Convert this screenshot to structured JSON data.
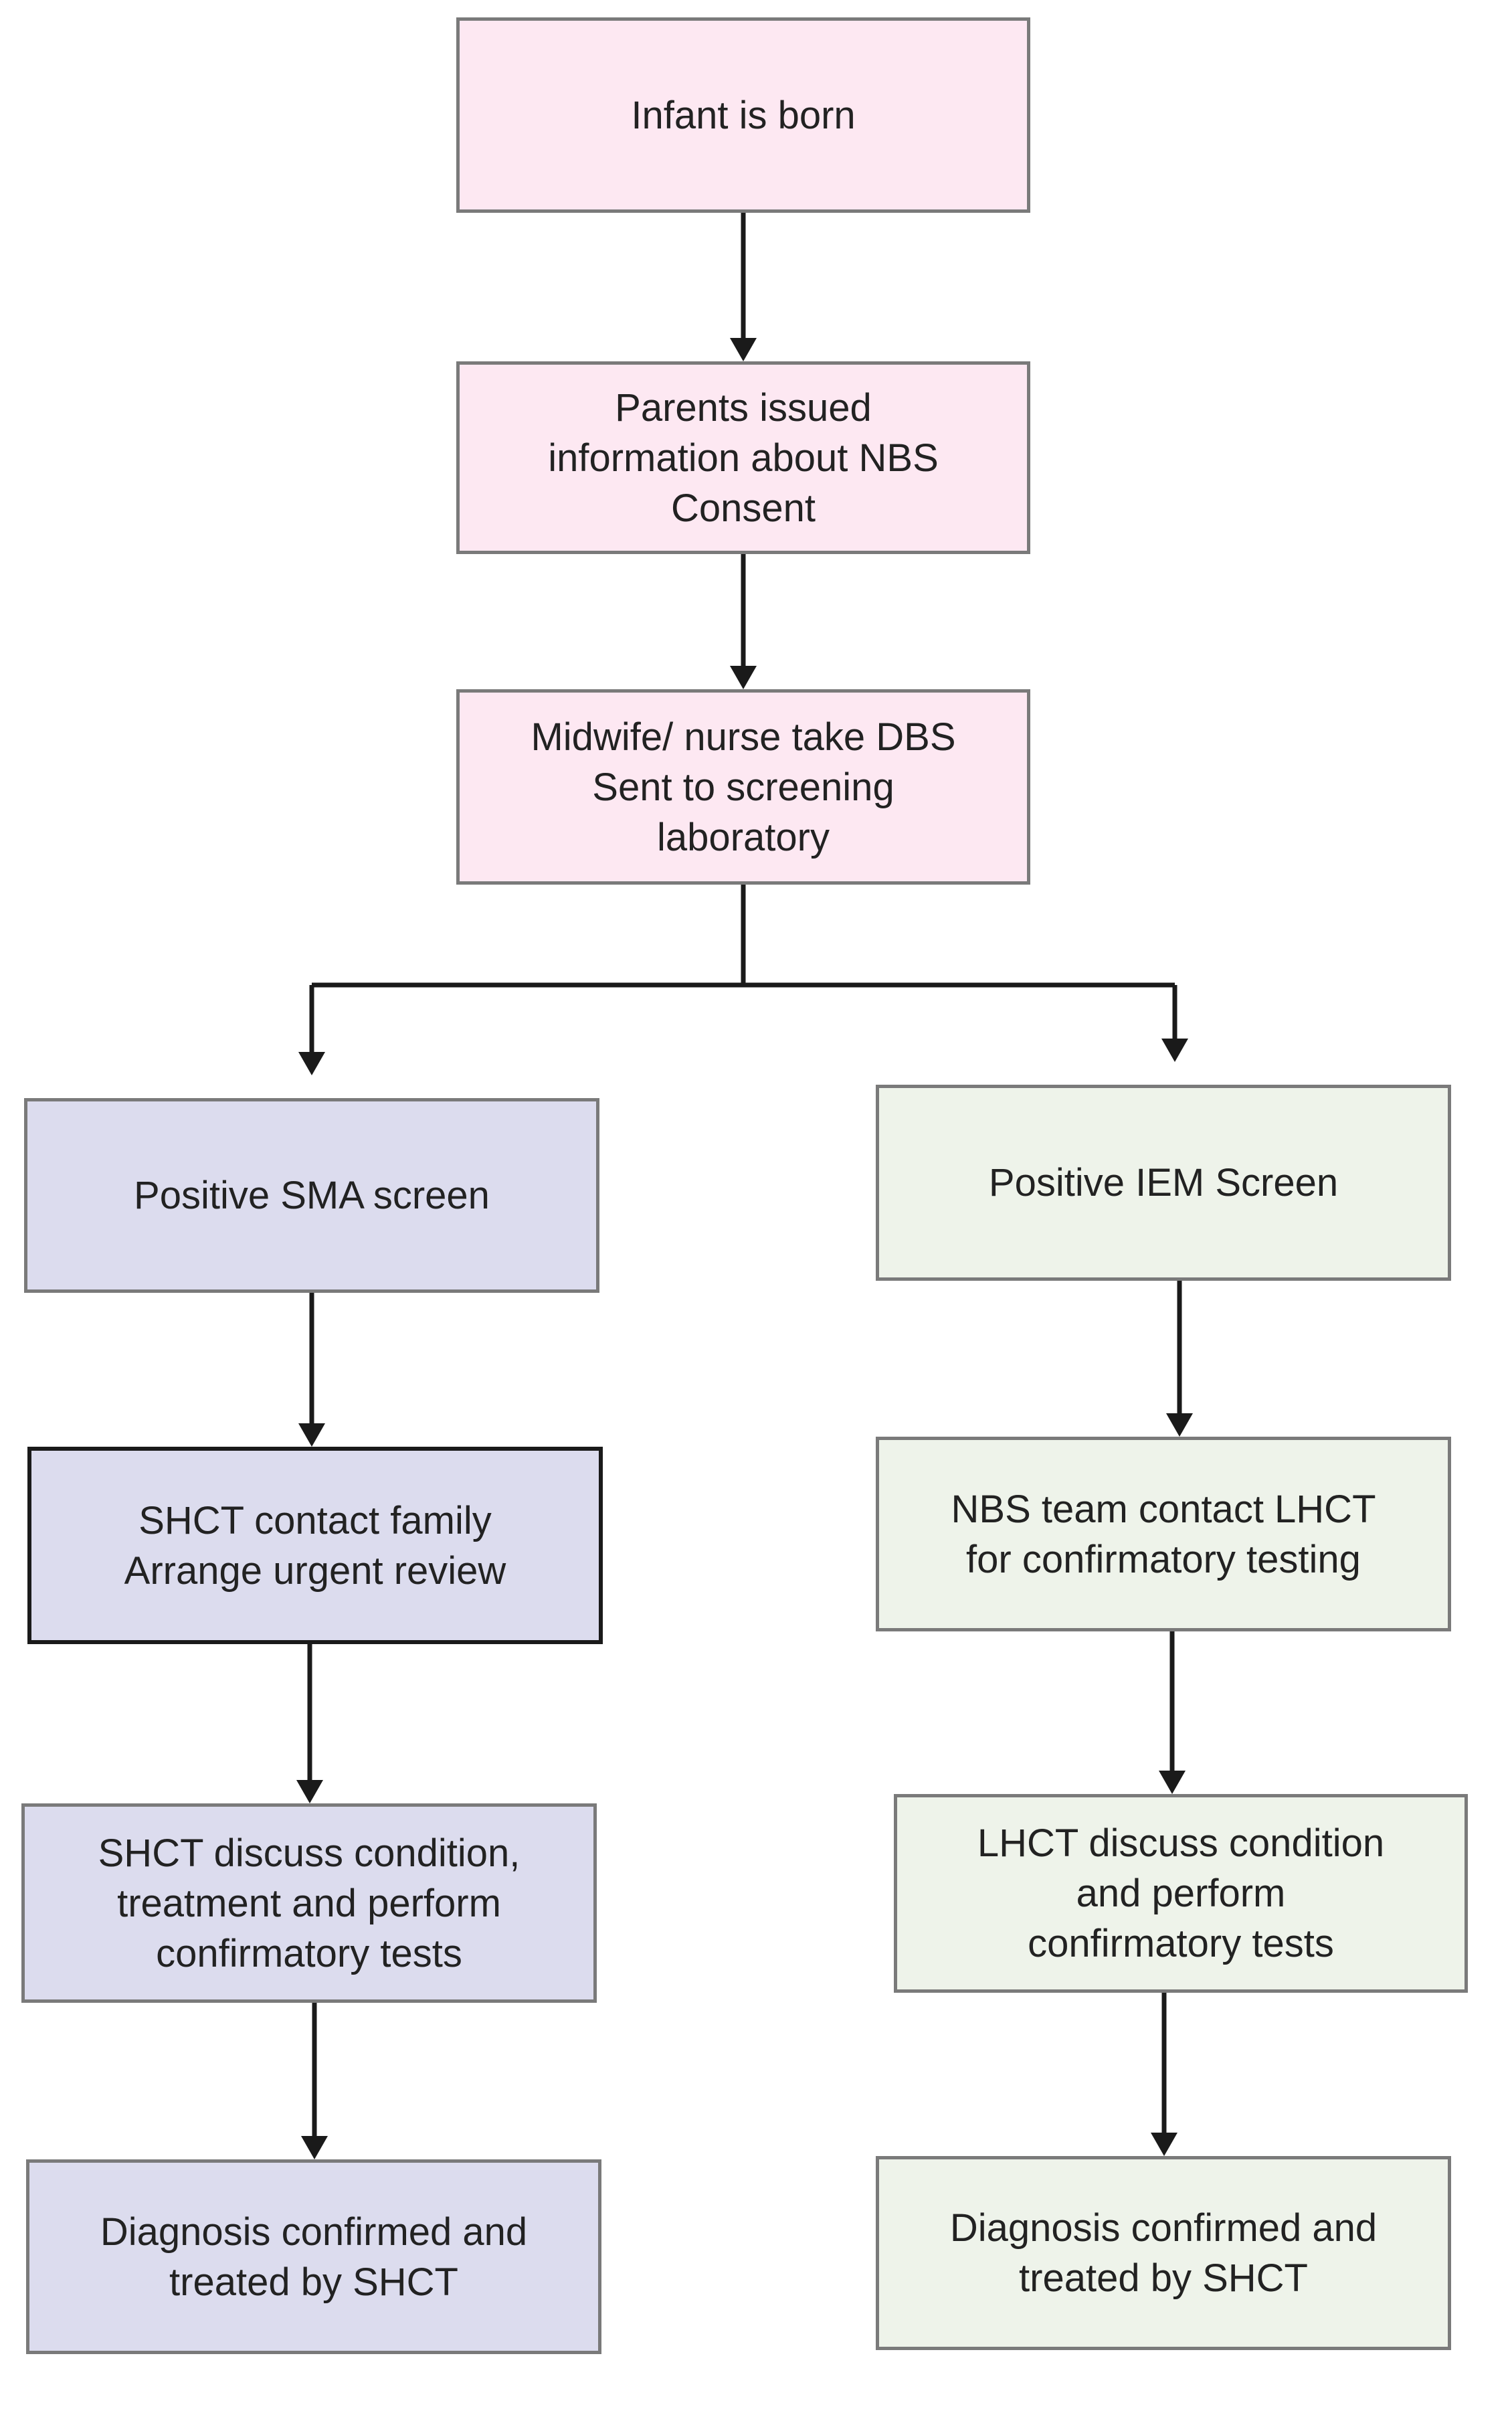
{
  "diagram": {
    "nodes": {
      "infant_born": "Infant is born",
      "parents_info": "Parents issued\ninformation about NBS\nConsent",
      "midwife_dbs": "Midwife/ nurse  take DBS\nSent to screening\nlaboratory",
      "sma_positive": "Positive SMA screen",
      "sma_contact": "SHCT contact family\nArrange urgent review",
      "sma_discuss": "SHCT  discuss condition,\ntreatment and perform\nconfirmatory tests",
      "sma_diagnosis": "Diagnosis confirmed and\ntreated by SHCT",
      "iem_positive": "Positive IEM Screen",
      "iem_contact": "NBS team contact LHCT\nfor confirmatory testing",
      "iem_discuss": "LHCT discuss condition\nand perform\nconfirmatory tests",
      "iem_diagnosis": "Diagnosis confirmed and\ntreated by SHCT"
    },
    "colors": {
      "pink_fill": "#fde8f2",
      "purple_fill": "#dcdcee",
      "green_fill": "#eef3ea",
      "border": "#7a7a7a",
      "arrow": "#1a1a1a"
    }
  }
}
